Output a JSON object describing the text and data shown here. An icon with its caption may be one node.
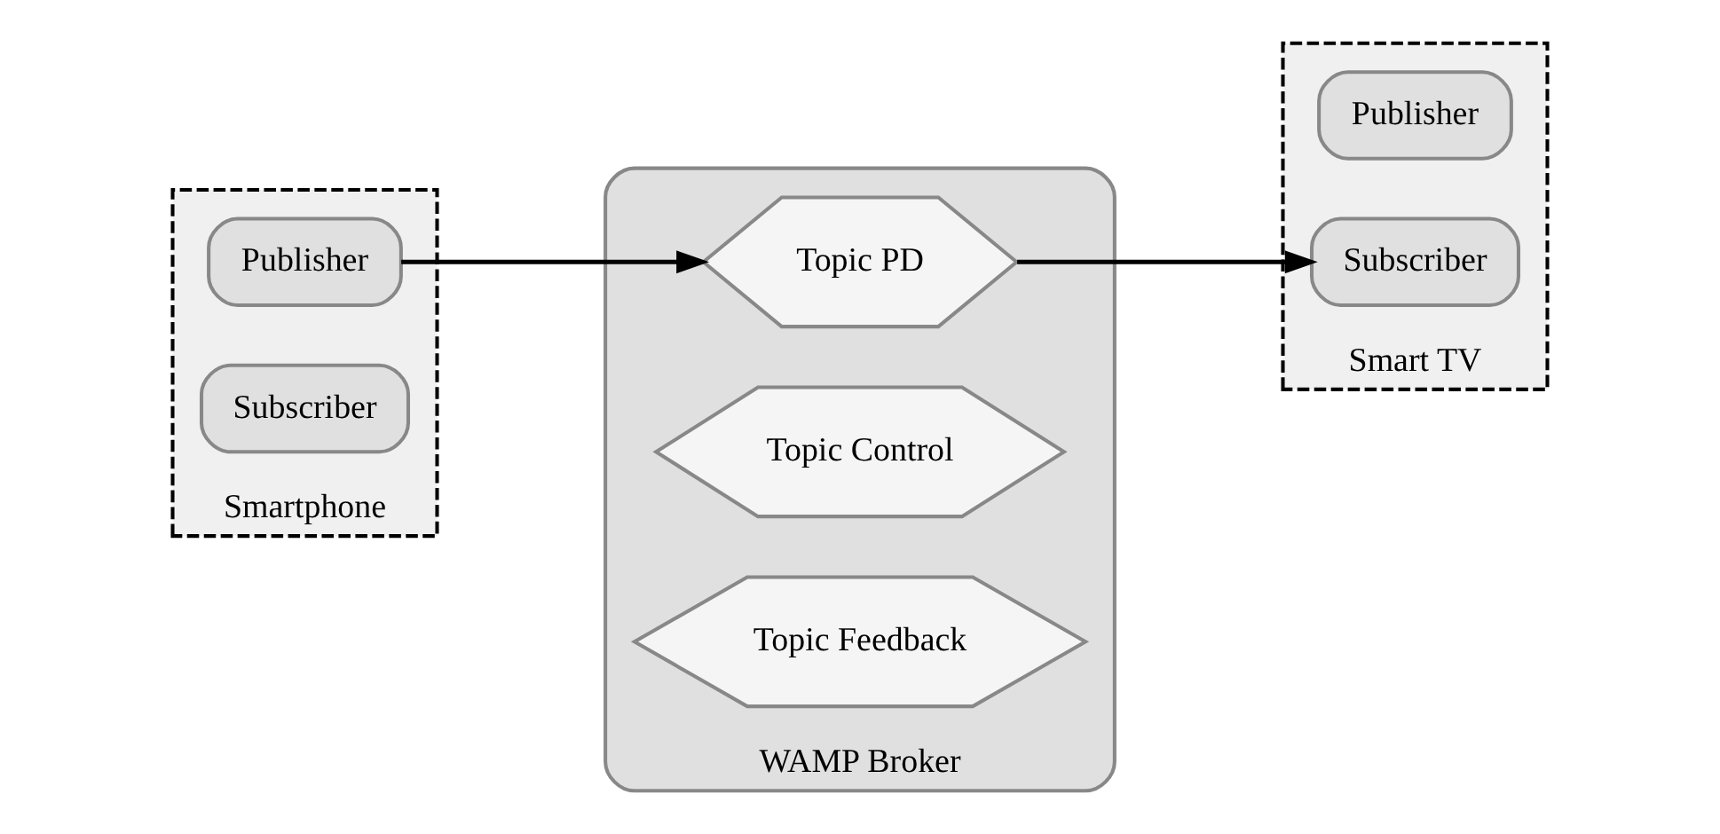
{
  "diagram": {
    "nodes": [
      {
        "text": [
          "Smartphone"
        ]
      },
      {
        "text": [
          "Publisher"
        ],
        "in": 0
      },
      {
        "text": [
          "Subscriber"
        ],
        "in": 0
      },
      {
        "text": [
          "WAMP Broker"
        ]
      },
      {
        "text": [
          "Topic PD"
        ],
        "in": 3
      },
      {
        "text": [
          "Topic Control"
        ],
        "in": 3
      },
      {
        "text": [
          "Topic Feedback"
        ],
        "in": 3
      },
      {
        "text": [
          "Smart TV"
        ]
      },
      {
        "text": [
          "Publisher"
        ],
        "in": 7
      },
      {
        "text": [
          "Subscriber"
        ],
        "in": 7
      }
    ],
    "edges": [
      {
        "from": 1,
        "to": 4,
        "arrow": "to"
      },
      {
        "from": 4,
        "to": 9,
        "arrow": "to"
      }
    ]
  }
}
